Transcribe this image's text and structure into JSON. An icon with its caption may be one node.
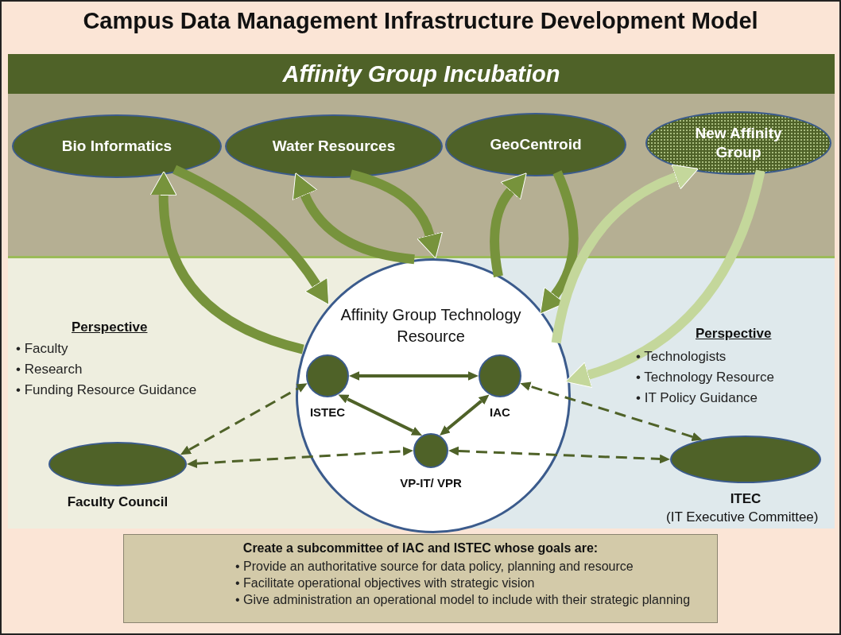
{
  "diagram": {
    "title": "Campus Data Management Infrastructure Development Model",
    "nodes": [
      {
        "text": [
          "Affinity Group Incubation"
        ]
      },
      {
        "text": [
          "Bio Informatics"
        ]
      },
      {
        "text": [
          "Water Resources"
        ]
      },
      {
        "text": [
          "GeoCentroid"
        ]
      },
      {
        "text": [
          "New Affinity Group"
        ]
      },
      {
        "text": [
          "Affinity Group Technology Resource"
        ]
      },
      {
        "text": [
          "ISTEC"
        ],
        "in": 5
      },
      {
        "text": [
          "IAC"
        ],
        "in": 5
      },
      {
        "text": [
          "VP-IT/ VPR"
        ],
        "in": 5
      },
      {
        "text": [
          "Faculty Council"
        ]
      },
      {
        "text": [
          "ITEC"
        ]
      },
      {
        "text": [
          "Create a subcommittee of IAC and ISTEC whose goals are:",
          "• Provide an authoritative source for data policy, planning and resource",
          "• Facilitate operational objectives with strategic vision",
          "• Give administration an operational model to include with their strategic planning"
        ]
      }
    ],
    "edges": [
      {
        "from": 5,
        "to": 1,
        "arrow": "to"
      },
      {
        "from": 1,
        "to": 5,
        "arrow": "to"
      },
      {
        "from": 5,
        "to": 2,
        "arrow": "to"
      },
      {
        "from": 2,
        "to": 5,
        "arrow": "to"
      },
      {
        "from": 5,
        "to": 3,
        "arrow": "to"
      },
      {
        "from": 3,
        "to": 5,
        "arrow": "to"
      },
      {
        "from": 5,
        "to": 4,
        "arrow": "to",
        "color": "#c4d79b"
      },
      {
        "from": 4,
        "to": 5,
        "arrow": "to",
        "color": "#c4d79b"
      },
      {
        "from": 6,
        "to": 7,
        "arrow": "both",
        "color": "#4f6228"
      },
      {
        "from": 6,
        "to": 8,
        "arrow": "both",
        "color": "#4f6228"
      },
      {
        "from": 7,
        "to": 8,
        "arrow": "both",
        "color": "#4f6228"
      },
      {
        "from": 9,
        "to": 6,
        "arrow": "both",
        "style": "dashed",
        "color": "#4f6228"
      },
      {
        "from": 9,
        "to": 8,
        "arrow": "both",
        "style": "dashed",
        "color": "#4f6228"
      },
      {
        "from": 8,
        "to": 10,
        "arrow": "both",
        "style": "dashed",
        "color": "#4f6228"
      },
      {
        "from": 10,
        "to": 7,
        "arrow": "both",
        "style": "dashed",
        "color": "#4f6228"
      }
    ],
    "labels": [
      "Perspective",
      "• Faculty",
      "• Research",
      "• Funding Resource Guidance",
      "Perspective",
      "• Technologists",
      "• Technology Resource",
      "• IT Policy Guidance",
      "(IT Executive Committee)"
    ]
  }
}
